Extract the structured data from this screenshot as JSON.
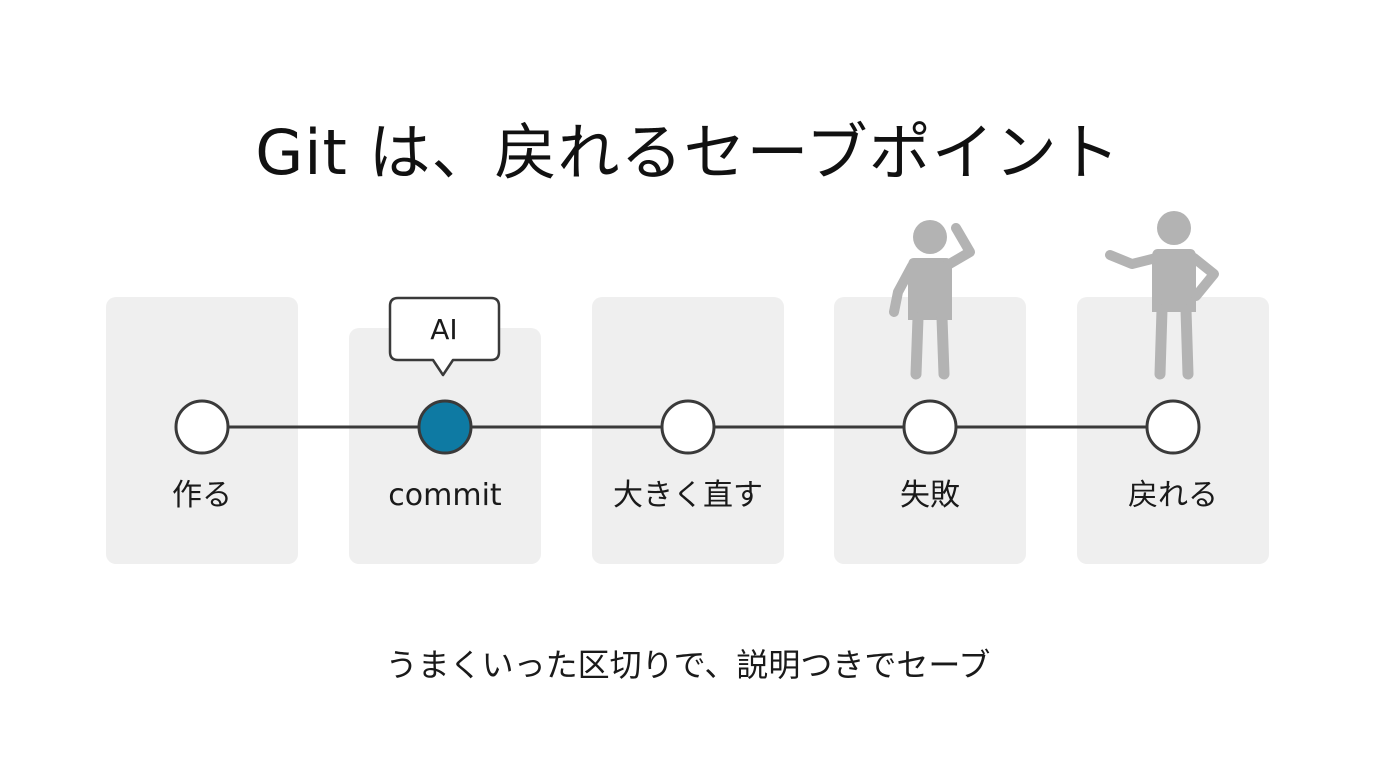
{
  "title": "Git は、戻れるセーブポイント",
  "caption": "うまくいった区切りで、説明つきでセーブ",
  "callout": {
    "label": "AI"
  },
  "steps": [
    {
      "label": "作る",
      "highlighted": false
    },
    {
      "label": "commit",
      "highlighted": true
    },
    {
      "label": "大きく直す",
      "highlighted": false
    },
    {
      "label": "失敗",
      "highlighted": false
    },
    {
      "label": "戻れる",
      "highlighted": false
    }
  ],
  "figures": [
    {
      "icon": "confused-person-icon",
      "step": 3
    },
    {
      "icon": "pointing-person-icon",
      "step": 4
    }
  ],
  "colors": {
    "accent": "#0e7aa3",
    "card": "#efefef",
    "line": "#3a3a3a",
    "figure": "#b3b3b3"
  }
}
